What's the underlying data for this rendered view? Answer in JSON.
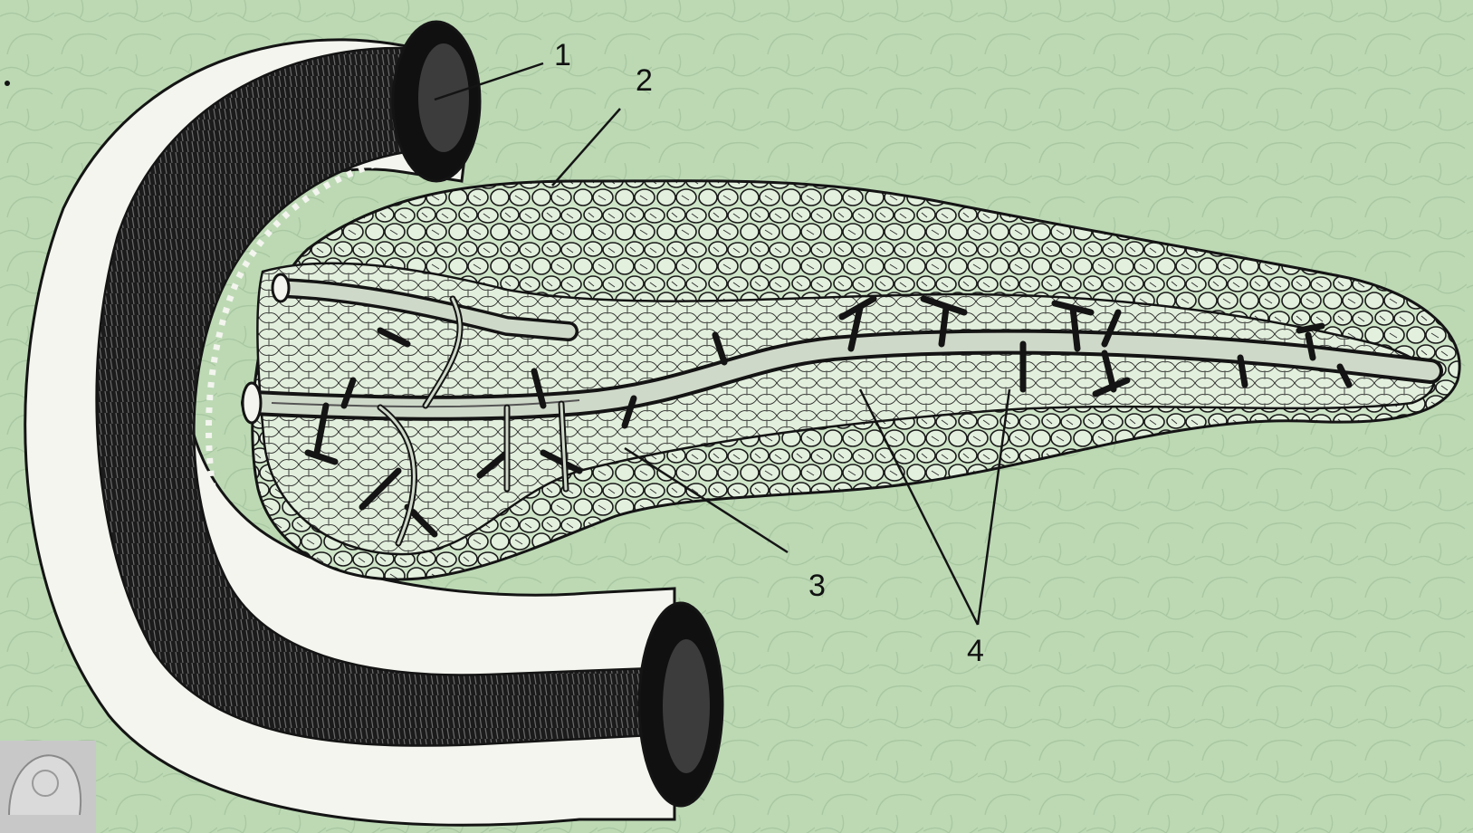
{
  "diagram": {
    "labels": [
      {
        "id": "1",
        "text": "1"
      },
      {
        "id": "2",
        "text": "2"
      },
      {
        "id": "3",
        "text": "3"
      },
      {
        "id": "4",
        "text": "4"
      }
    ],
    "colors": {
      "background": "#bcd9b4",
      "ink": "#141414",
      "tissue": "#d8ead2",
      "duodenum_wall": "#f3f5ee"
    }
  }
}
